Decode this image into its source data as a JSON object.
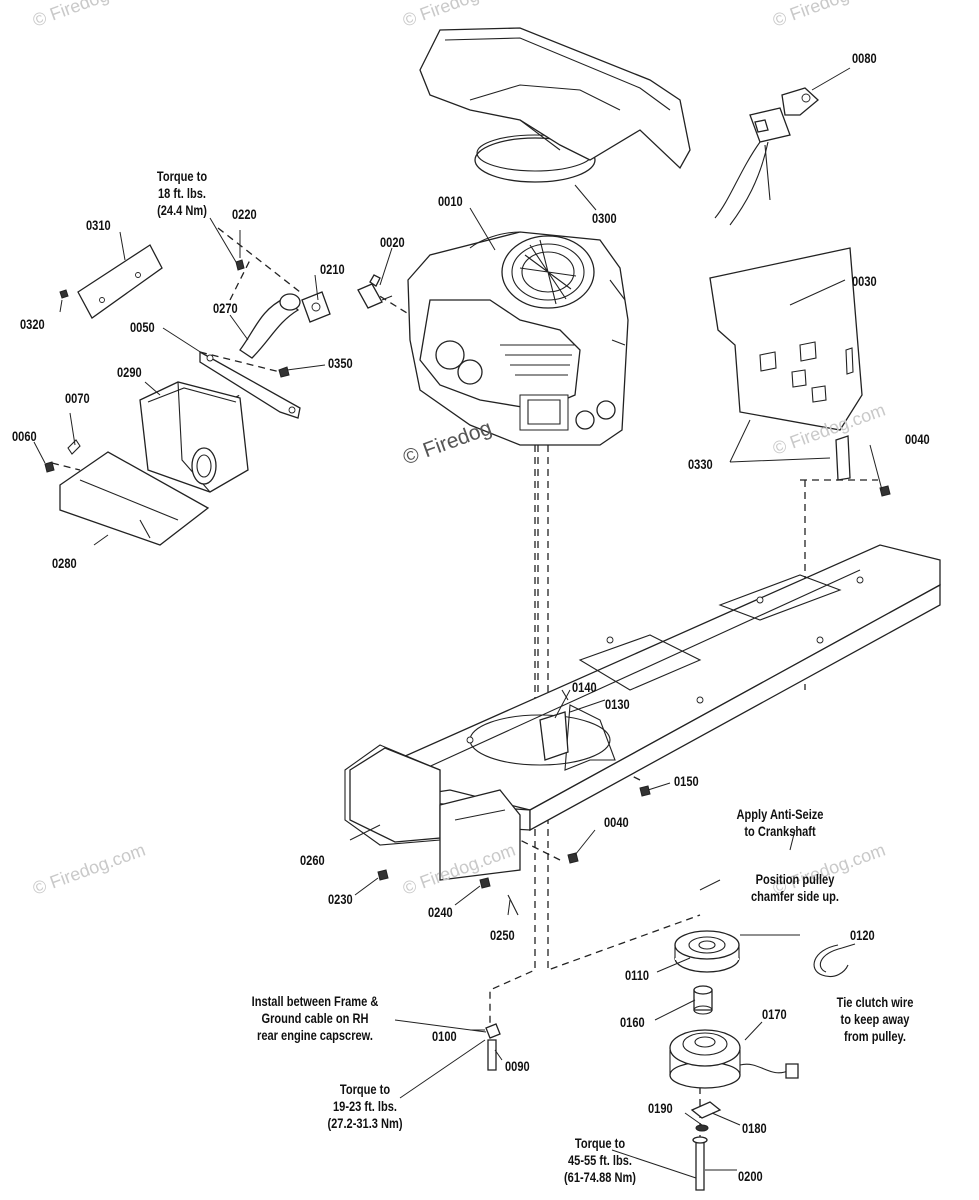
{
  "watermark": {
    "text": "© Firedog.com",
    "text_short": "© Firedog"
  },
  "labels": {
    "p0010": "0010",
    "p0020": "0020",
    "p0030": "0030",
    "p0040a": "0040",
    "p0040b": "0040",
    "p0050": "0050",
    "p0060": "0060",
    "p0070": "0070",
    "p0080": "0080",
    "p0090": "0090",
    "p0100": "0100",
    "p0110": "0110",
    "p0120": "0120",
    "p0130": "0130",
    "p0140": "0140",
    "p0150": "0150",
    "p0160": "0160",
    "p0170": "0170",
    "p0180": "0180",
    "p0190": "0190",
    "p0200": "0200",
    "p0210": "0210",
    "p0220": "0220",
    "p0230": "0230",
    "p0240": "0240",
    "p0250": "0250",
    "p0260": "0260",
    "p0270": "0270",
    "p0280": "0280",
    "p0290": "0290",
    "p0300": "0300",
    "p0310": "0310",
    "p0320": "0320",
    "p0330": "0330",
    "p0350": "0350"
  },
  "notes": {
    "torque_muffler": "Torque to\n18 ft. lbs.\n(24.4 Nm)",
    "anti_seize": "Apply Anti-Seize\nto Crankshaft",
    "pulley_position": "Position pulley\nchamfer side up.",
    "clutch_wire": "Tie clutch wire\nto keep away\nfrom pulley.",
    "ground_cable": "Install between Frame &\nGround cable on RH\nrear engine capscrew.",
    "torque_engine": "Torque to\n19-23 ft. lbs.\n(27.2-31.3 Nm)",
    "torque_clutch": "Torque to\n45-55 ft. lbs.\n(61-74.88 Nm)"
  }
}
